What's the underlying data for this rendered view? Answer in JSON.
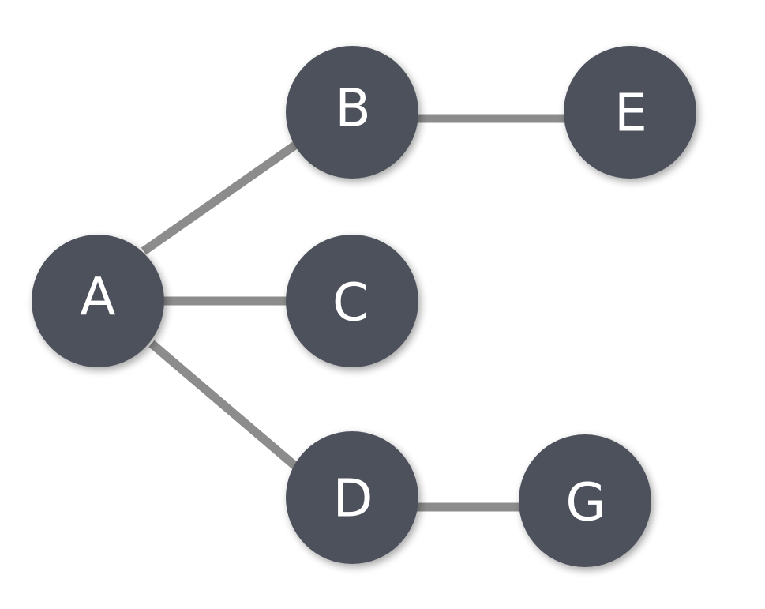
{
  "colors": {
    "node_fill": "#4d515b",
    "node_text": "#ffffff",
    "edge": "#8c8c8c",
    "background": "#ffffff"
  },
  "nodes": [
    {
      "id": "A",
      "label": "A"
    },
    {
      "id": "B",
      "label": "B"
    },
    {
      "id": "C",
      "label": "C"
    },
    {
      "id": "D",
      "label": "D"
    },
    {
      "id": "E",
      "label": "E"
    },
    {
      "id": "G",
      "label": "G"
    }
  ],
  "edges": [
    {
      "from": "A",
      "to": "B"
    },
    {
      "from": "A",
      "to": "C"
    },
    {
      "from": "A",
      "to": "D"
    },
    {
      "from": "B",
      "to": "E"
    },
    {
      "from": "D",
      "to": "G"
    }
  ]
}
